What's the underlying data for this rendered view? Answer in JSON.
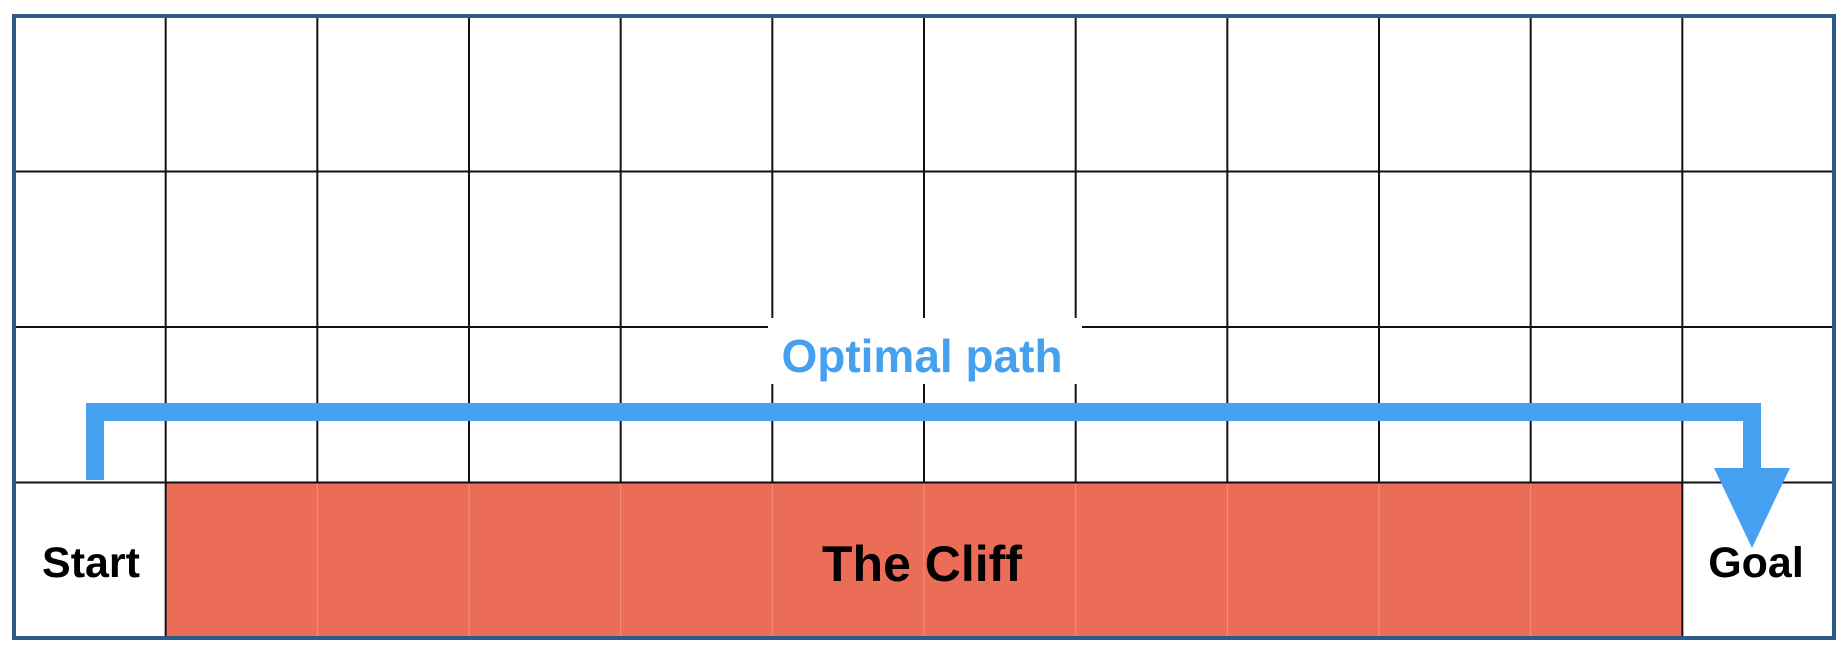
{
  "grid": {
    "rows": 4,
    "cols": 12,
    "border_color": "#2f5a8a",
    "line_color": "#111111",
    "cell_fill": "#ffffff"
  },
  "cells": {
    "start_label": "Start",
    "goal_label": "Goal"
  },
  "cliff": {
    "label": "The Cliff",
    "color": "#ec6d57",
    "divider_color": "#f2917f"
  },
  "path": {
    "label": "Optimal path",
    "color": "#45a1f0"
  }
}
